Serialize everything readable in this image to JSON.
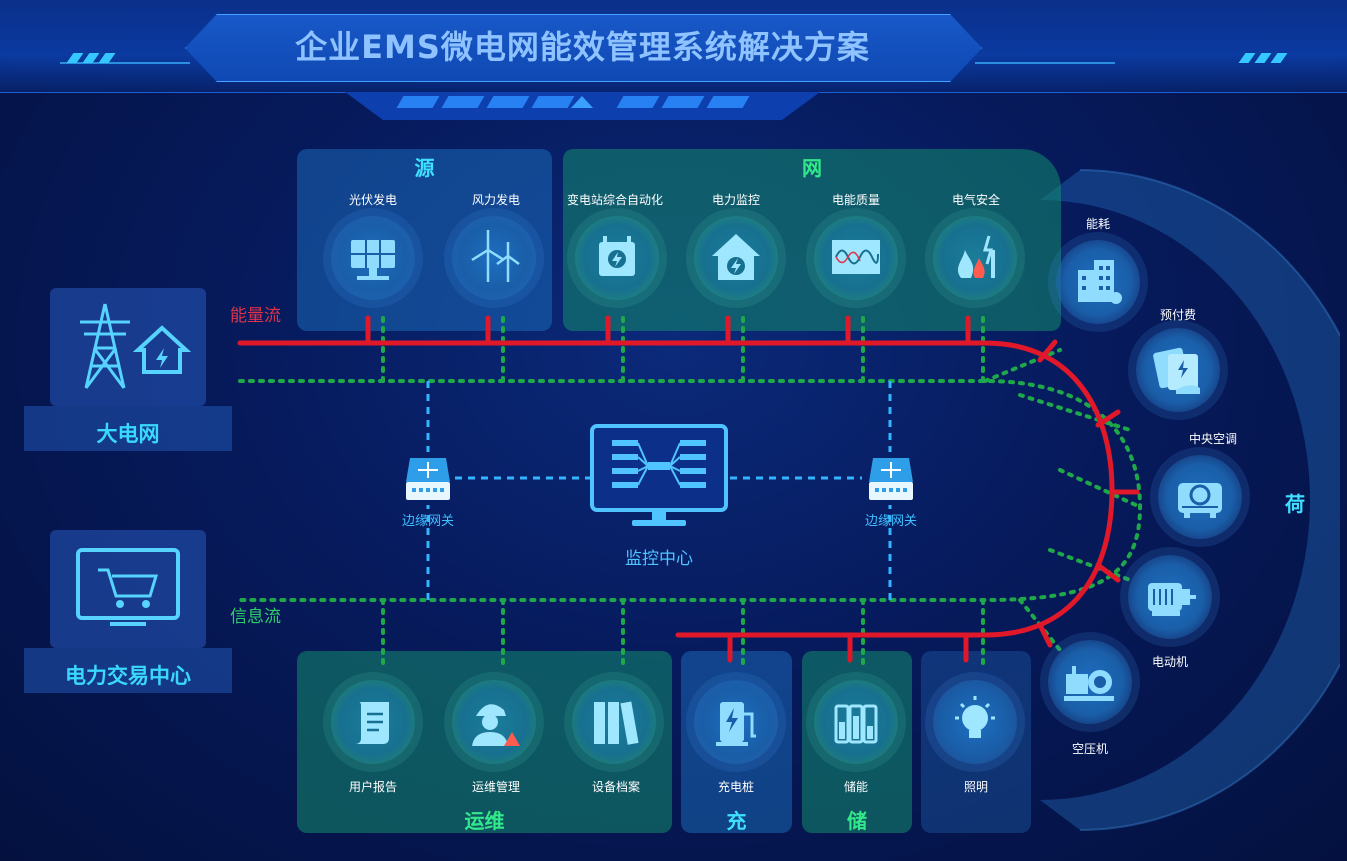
{
  "title": "企业EMS微电网能效管理系统解决方案",
  "sections": {
    "source": "源",
    "grid": "网",
    "load": "荷",
    "ops": "运维",
    "charge": "充",
    "storage": "储"
  },
  "source_nodes": [
    {
      "label": "光伏发电",
      "icon": "solar-panel-icon"
    },
    {
      "label": "风力发电",
      "icon": "wind-turbine-icon"
    }
  ],
  "grid_nodes": [
    {
      "label": "变电站综合自动化",
      "icon": "substation-icon"
    },
    {
      "label": "电力监控",
      "icon": "power-house-icon"
    },
    {
      "label": "电能质量",
      "icon": "waveform-icon"
    },
    {
      "label": "电气安全",
      "icon": "fire-safety-icon"
    }
  ],
  "load_nodes": [
    {
      "label": "能耗",
      "icon": "buildings-icon"
    },
    {
      "label": "预付费",
      "icon": "prepaid-card-icon"
    },
    {
      "label": "中央空调",
      "icon": "air-conditioner-icon"
    },
    {
      "label": "电动机",
      "icon": "motor-icon"
    },
    {
      "label": "空压机",
      "icon": "compressor-icon"
    }
  ],
  "ops_nodes": [
    {
      "label": "用户报告",
      "icon": "report-scroll-icon"
    },
    {
      "label": "运维管理",
      "icon": "engineer-icon"
    },
    {
      "label": "设备档案",
      "icon": "binders-icon"
    }
  ],
  "charge_node": {
    "label": "充电桩",
    "icon": "charging-pile-icon"
  },
  "storage_node": {
    "label": "储能",
    "icon": "battery-icon"
  },
  "lighting_node": {
    "label": "照明",
    "icon": "light-bulb-icon"
  },
  "left": {
    "grid_label": "大电网",
    "trade_label": "电力交易中心"
  },
  "flows": {
    "energy": "能量流",
    "info": "信息流"
  },
  "center": {
    "monitor_label": "监控中心",
    "gateway_left": "边缘网关",
    "gateway_right": "边缘网关"
  },
  "colors": {
    "energy_line": "#e0182a",
    "info_line": "#1fa84a",
    "gateway_link": "#33b6ff",
    "accent": "#39d8ff"
  }
}
